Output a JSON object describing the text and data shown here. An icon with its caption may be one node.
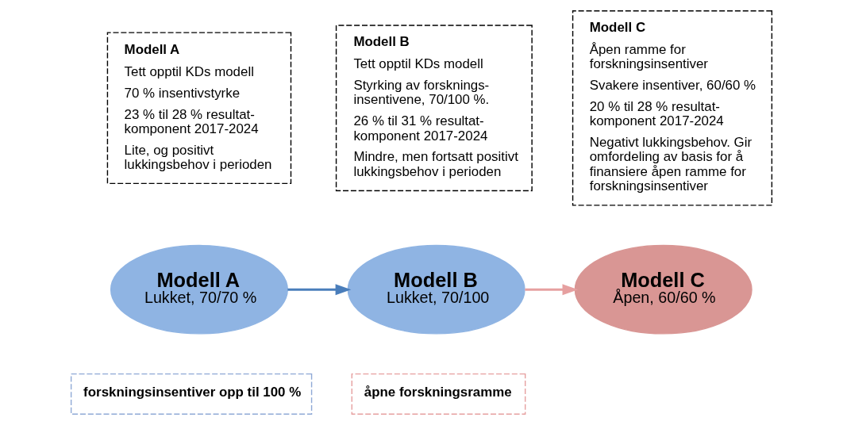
{
  "diagram": {
    "nodes": [
      {
        "text": [
          "Modell A",
          "Tett opptil KDs modell",
          "70 % insentivstyrke",
          "23 % til 28 % resultat- komponent 2017-2024",
          "Lite, og positivt lukkingsbehov i perioden"
        ]
      },
      {
        "text": [
          "Modell B",
          "Tett opptil KDs modell",
          "Styrking av forsknings- insentivene, 70/100 %.",
          "26 % til 31 % resultat- komponent 2017-2024",
          "Mindre, men fortsatt positivt lukkingsbehov i perioden"
        ]
      },
      {
        "text": [
          "Modell C",
          "Åpen ramme for forskningsinsentiver",
          "Svakere insentiver, 60/60 %",
          "20 % til 28 % resultat- komponent 2017-2024",
          "Negativt lukkingsbehov. Gir omfordeling av basis for å finansiere åpen ramme for forskningsinsentiver"
        ]
      },
      {
        "text": [
          "Modell A",
          "Lukket, 70/70 %"
        ]
      },
      {
        "text": [
          "Modell B",
          "Lukket, 70/100"
        ]
      },
      {
        "text": [
          "Modell C",
          "Åpen, 60/60 %"
        ]
      },
      {
        "text": [
          "forskningsinsentiver opp til 100 %"
        ]
      },
      {
        "text": [
          "åpne forskningsramme"
        ]
      }
    ],
    "edges": [
      {
        "from": 3,
        "to": 4,
        "arrow": "to",
        "color": "#4a7ebb"
      },
      {
        "from": 4,
        "to": 5,
        "arrow": "to",
        "color": "#e6a0a0"
      }
    ]
  }
}
